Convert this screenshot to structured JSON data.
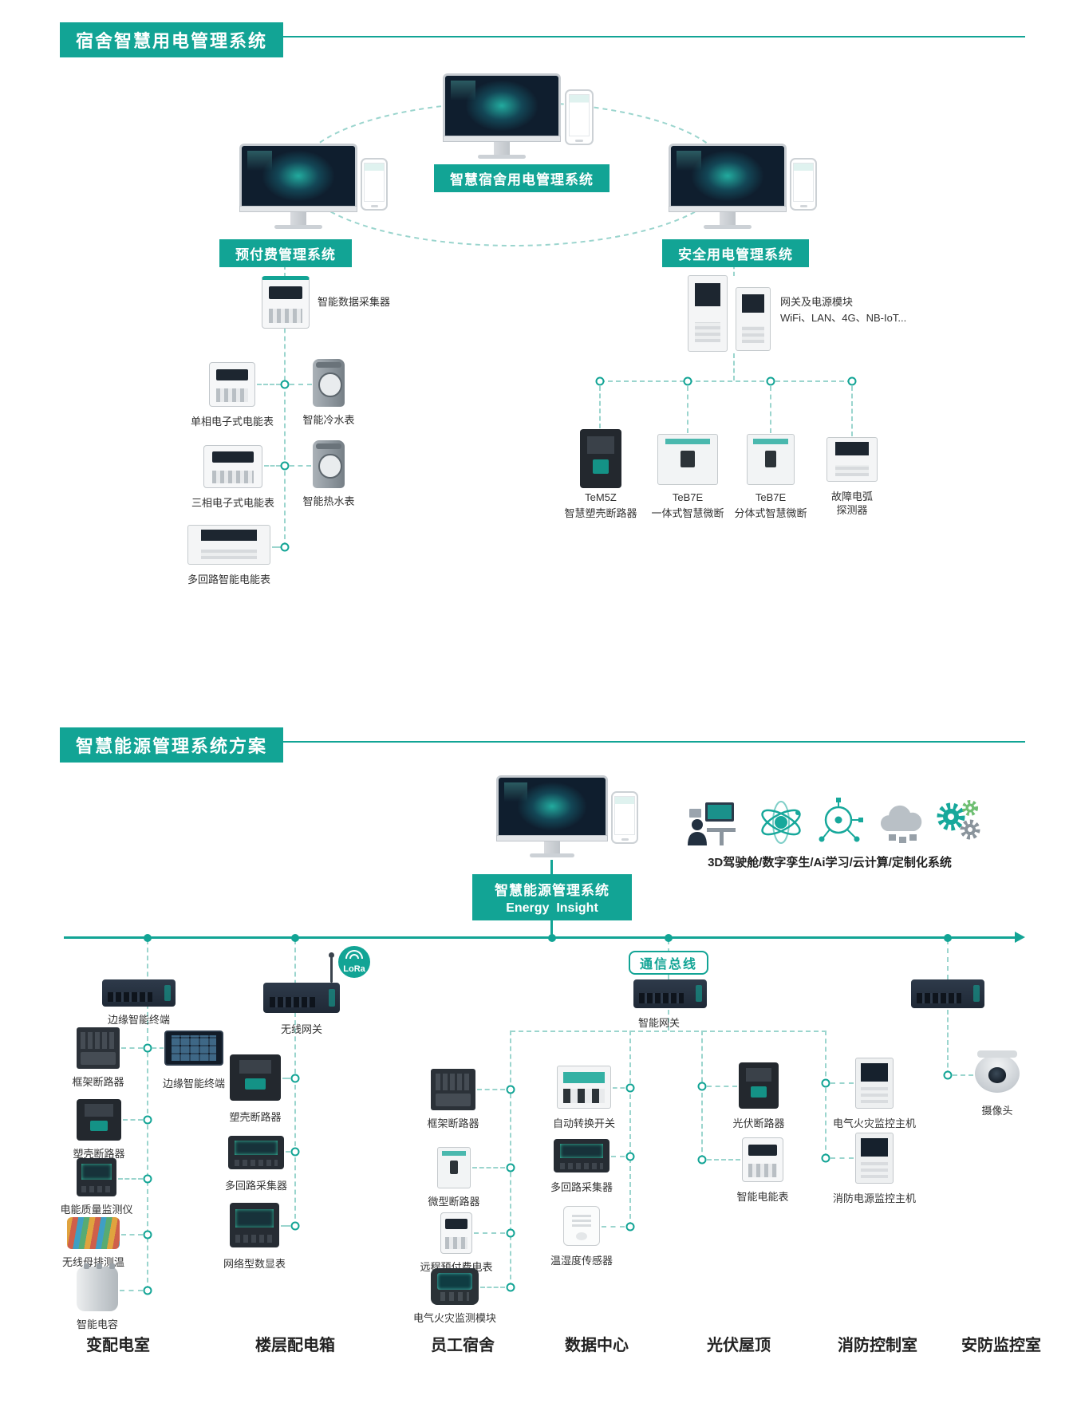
{
  "palette": {
    "teal": "#12a495",
    "dash_line": "#9bd5ce",
    "text": "#333333"
  },
  "section1": {
    "title": "宿舍智慧用电管理系统",
    "center_label": "智慧宿舍用电管理系统",
    "prepaid": {
      "badge": "预付费管理系统",
      "collector": "智能数据采集器",
      "meter_single": "单相电子式电能表",
      "cold_water": "智能冷水表",
      "meter_three": "三相电子式电能表",
      "hot_water": "智能热水表",
      "multi_meter": "多回路智能电能表"
    },
    "safety": {
      "badge": "安全用电管理系统",
      "gateway_line1": "网关及电源模块",
      "gateway_line2": "WiFi、LAN、4G、NB-IoT...",
      "dev1_model": "TeM5Z",
      "dev1_name": "智慧塑壳断路器",
      "dev2_model": "TeB7E",
      "dev2_name": "一体式智慧微断",
      "dev3_model": "TeB7E",
      "dev3_name": "分体式智慧微断",
      "dev4_line1": "故障电弧",
      "dev4_line2": "探测器"
    }
  },
  "section2": {
    "title": "智慧能源管理系统方案",
    "tech_caption": "3D驾驶舱/数字孪生/Ai学习/云计算/定制化系统",
    "system_title": "智慧能源管理系统",
    "system_subtitle": "Energy  Insight",
    "bus_label": "通信总线",
    "lora": "LoRa",
    "col1": {
      "d1": "边缘智能终端",
      "d2": "框架断路器",
      "d3": "边缘智能终端",
      "d4": "塑壳断路器",
      "d5": "电能质量监测仪",
      "d6": "无线母排测温",
      "d7": "智能电容",
      "footer": "变配电室"
    },
    "col2": {
      "d1": "无线网关",
      "d2": "塑壳断路器",
      "d3": "多回路采集器",
      "d4": "网络型数显表",
      "footer": "楼层配电箱"
    },
    "col3": {
      "d1": "框架断路器",
      "d2": "微型断路器",
      "d3": "远程预付费电表",
      "d4": "电气火灾监测模块",
      "footer": "员工宿舍"
    },
    "col4": {
      "d1": "自动转换开关",
      "d2": "多回路采集器",
      "d3": "温湿度传感器",
      "footer": "数据中心"
    },
    "col5": {
      "d1": "智能网关",
      "d2": "光伏断路器",
      "d3": "智能电能表",
      "footer": "光伏屋顶"
    },
    "col6": {
      "d1": "电气火灾监控主机",
      "d2": "消防电源监控主机",
      "footer": "消防控制室"
    },
    "col7": {
      "d1": "摄像头",
      "footer": "安防监控室"
    }
  }
}
